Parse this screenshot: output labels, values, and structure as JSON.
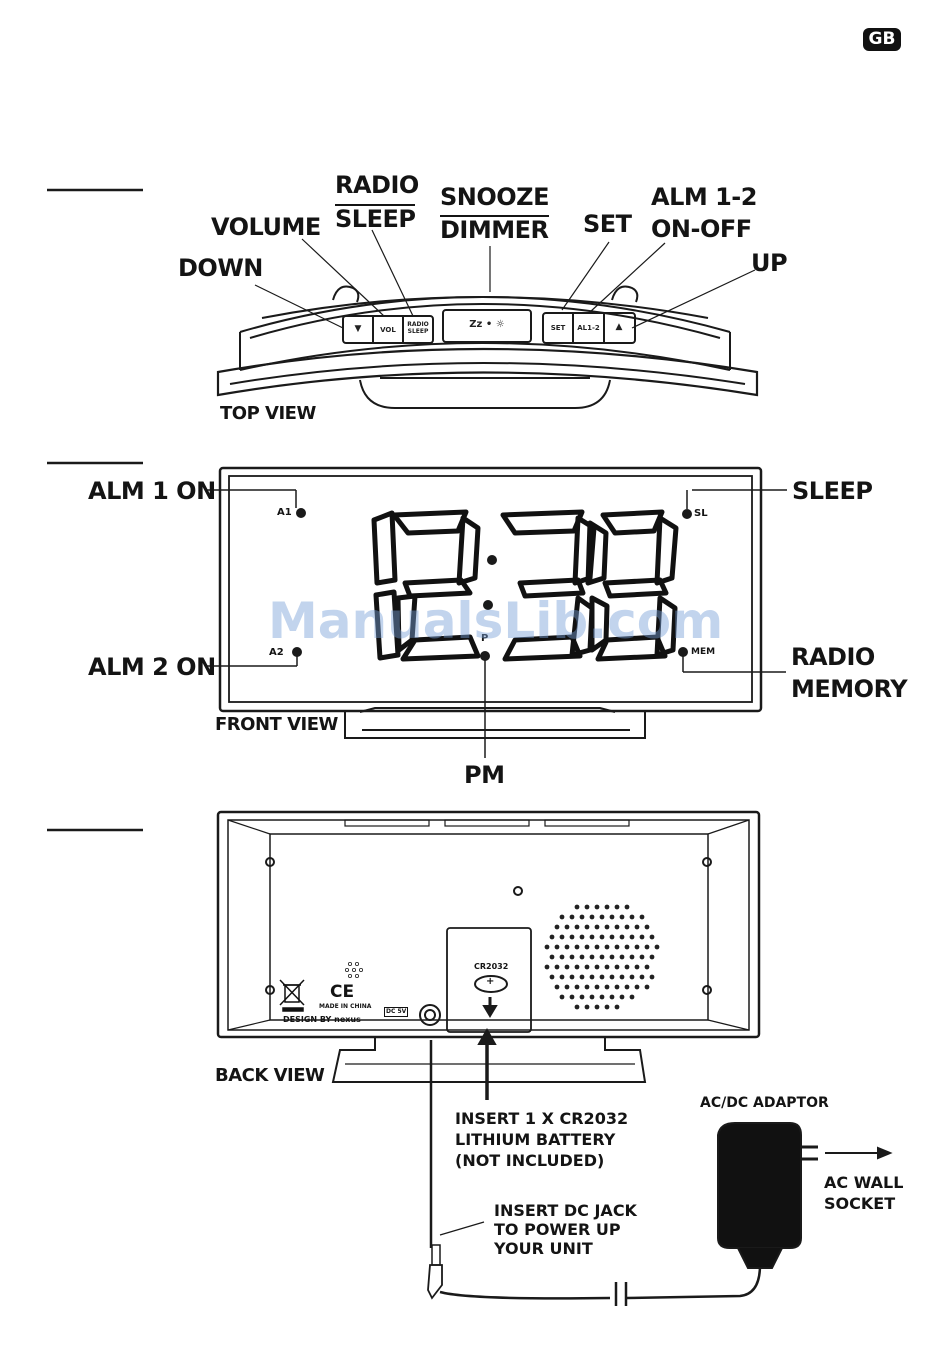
{
  "page": {
    "lang_badge": "GB"
  },
  "top_view": {
    "caption": "TOP VIEW",
    "labels": {
      "radio": "RADIO",
      "sleep": "SLEEP",
      "snooze": "SNOOZE",
      "dimmer": "DIMMER",
      "alm12": "ALM 1-2",
      "onoff": "ON-OFF",
      "volume": "VOLUME",
      "set": "SET",
      "down": "DOWN",
      "up": "UP"
    },
    "button_text": {
      "down": "▼",
      "vol": "VOL",
      "radio": "RADIO",
      "sleep": "SLEEP",
      "snooze": "Zz • ☼",
      "set": "SET",
      "alm": "AL1-2",
      "up": "▲"
    }
  },
  "front_view": {
    "caption": "FRONT VIEW",
    "time": "12:38",
    "indicators": {
      "a1": "A1",
      "a2": "A2",
      "sl": "SL",
      "mem": "MEM",
      "p": "P"
    },
    "labels": {
      "alm1": "ALM 1 ON",
      "alm2": "ALM 2 ON",
      "sleep": "SLEEP",
      "radio": "RADIO",
      "memory": "MEMORY",
      "pm": "PM"
    }
  },
  "back_view": {
    "caption": "BACK VIEW",
    "battery_label": "CR2032",
    "made_in": "MADE IN CHINA",
    "design": "DESIGN BY nexus",
    "ce": "CE",
    "dc": "DC 5V",
    "battery_note": "INSERT 1 X CR2032\nLITHIUM BATTERY\n(NOT INCLUDED)",
    "adaptor_title": "AC/DC ADAPTOR",
    "wall_socket": "AC WALL\nSOCKET",
    "dc_note": "INSERT DC JACK\nTO POWER UP\nYOUR UNIT"
  },
  "watermark": "ManualsLib.com"
}
